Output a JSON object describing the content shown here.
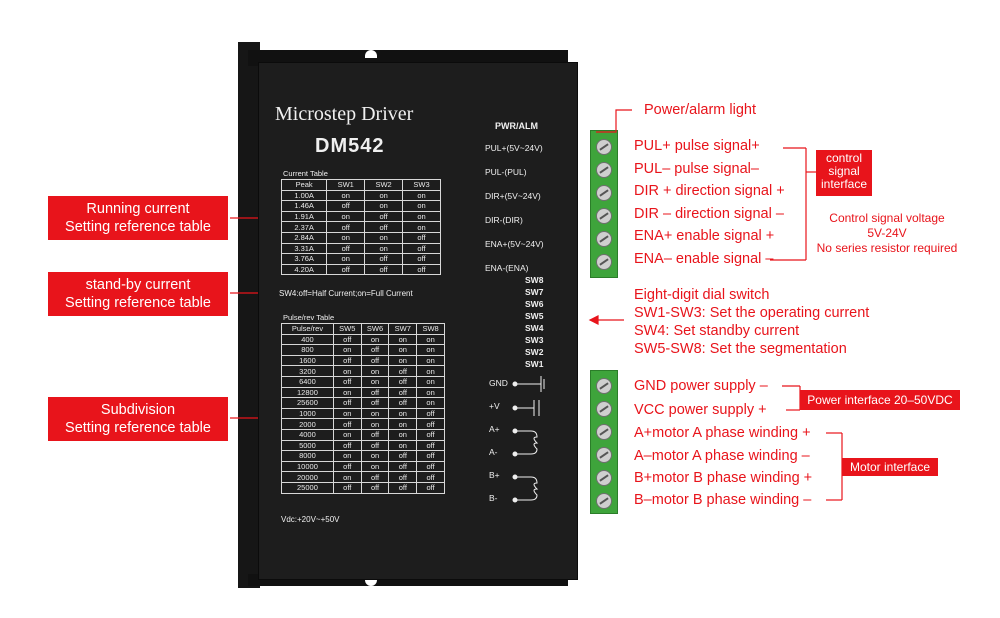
{
  "driver": {
    "brand": "Microstep Driver",
    "model": "DM542",
    "current_table": {
      "title": "Current Table",
      "headers": [
        "Peak",
        "SW1",
        "SW2",
        "SW3"
      ],
      "rows": [
        [
          "1.00A",
          "on",
          "on",
          "on"
        ],
        [
          "1.46A",
          "off",
          "on",
          "on"
        ],
        [
          "1.91A",
          "on",
          "off",
          "on"
        ],
        [
          "2.37A",
          "off",
          "off",
          "on"
        ],
        [
          "2.84A",
          "on",
          "on",
          "off"
        ],
        [
          "3.31A",
          "off",
          "on",
          "off"
        ],
        [
          "3.76A",
          "on",
          "off",
          "off"
        ],
        [
          "4.20A",
          "off",
          "off",
          "off"
        ]
      ],
      "note": "SW4:off=Half Current;on=Full Current"
    },
    "pulse_table": {
      "title": "Pulse/rev Table",
      "headers": [
        "Pulse/rev",
        "SW5",
        "SW6",
        "SW7",
        "SW8"
      ],
      "rows": [
        [
          "400",
          "off",
          "on",
          "on",
          "on"
        ],
        [
          "800",
          "on",
          "off",
          "on",
          "on"
        ],
        [
          "1600",
          "off",
          "off",
          "on",
          "on"
        ],
        [
          "3200",
          "on",
          "on",
          "off",
          "on"
        ],
        [
          "6400",
          "off",
          "on",
          "off",
          "on"
        ],
        [
          "12800",
          "on",
          "off",
          "off",
          "on"
        ],
        [
          "25600",
          "off",
          "off",
          "off",
          "on"
        ],
        [
          "1000",
          "on",
          "on",
          "on",
          "off"
        ],
        [
          "2000",
          "off",
          "on",
          "on",
          "off"
        ],
        [
          "4000",
          "on",
          "off",
          "on",
          "off"
        ],
        [
          "5000",
          "off",
          "off",
          "on",
          "off"
        ],
        [
          "8000",
          "on",
          "on",
          "off",
          "off"
        ],
        [
          "10000",
          "off",
          "on",
          "off",
          "off"
        ],
        [
          "20000",
          "on",
          "off",
          "off",
          "off"
        ],
        [
          "25000",
          "off",
          "off",
          "off",
          "off"
        ]
      ]
    },
    "vdc": "Vdc:+20V~+50V",
    "pwr_alm": "PWR/ALM",
    "signal_terminals": [
      "PUL+(5V~24V)",
      "PUL-(PUL)",
      "DIR+(5V~24V)",
      "DIR-(DIR)",
      "ENA+(5V~24V)",
      "ENA-(ENA)"
    ],
    "switches": [
      "SW8",
      "SW7",
      "SW6",
      "SW5",
      "SW4",
      "SW3",
      "SW2",
      "SW1"
    ],
    "power_terminals": [
      "GND",
      "+V",
      "A+",
      "A-",
      "B+",
      "B-"
    ]
  },
  "left_labels": [
    {
      "line1": "Running current",
      "line2": "Setting reference table"
    },
    {
      "line1": "stand-by current",
      "line2": "Setting reference table"
    },
    {
      "line1": "Subdivision",
      "line2": "Setting reference table"
    }
  ],
  "right": {
    "power_alarm": "Power/alarm light",
    "signals": [
      "PUL+ pulse signal+",
      "PUL– pulse signal–",
      "DIR + direction signal +",
      "DIR – direction signal –",
      "ENA+ enable signal +",
      "ENA– enable signal –"
    ],
    "control_box": [
      "control",
      "signal",
      "interface"
    ],
    "control_voltage": [
      "Control signal voltage",
      "5V-24V",
      "No series resistor required"
    ],
    "dial": [
      "Eight-digit dial switch",
      "SW1-SW3: Set the operating current",
      "SW4: Set standby current",
      "SW5-SW8: Set the segmentation"
    ],
    "power": [
      "GND power supply –",
      "VCC power supply +"
    ],
    "power_box": "Power interface 20–50VDC",
    "motor": [
      "A+motor A phase winding +",
      "A–motor A phase winding –",
      "B+motor B phase winding +",
      "B–motor B phase winding –"
    ],
    "motor_box": "Motor interface"
  },
  "colors": {
    "accent_red": "#e8141b",
    "terminal_green": "#3ea43b",
    "body": "#1d1d1d"
  }
}
